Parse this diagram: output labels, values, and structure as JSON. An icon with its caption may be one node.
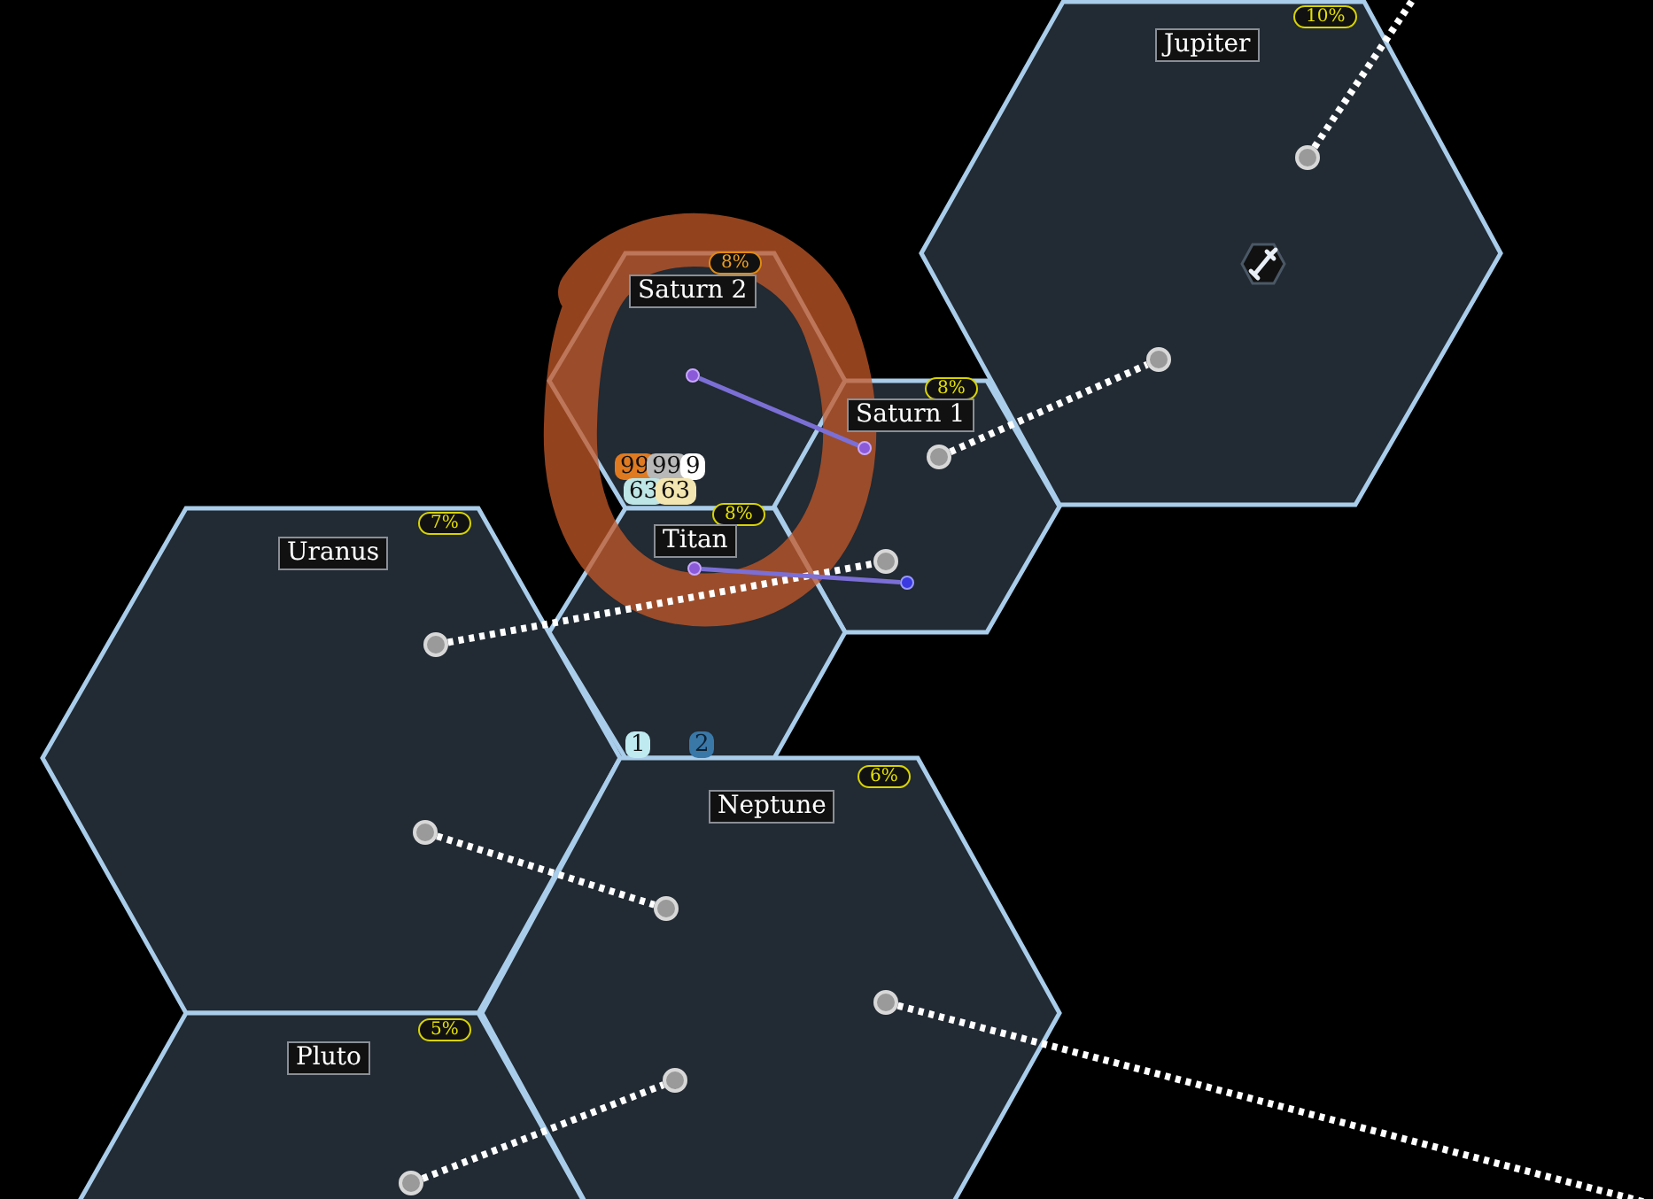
{
  "diagram": {
    "nodes": [
      {
        "text": [
          "10%",
          "Jupiter"
        ]
      },
      {
        "text": [],
        "shape": "circle",
        "in": 0
      },
      {
        "text": [],
        "shape": "circle",
        "in": 0
      },
      {
        "text": [
          "8%",
          "Saturn 2"
        ]
      },
      {
        "text": [],
        "shape": "circle",
        "in": 3
      },
      {
        "text": [
          "8%",
          "Saturn 1"
        ]
      },
      {
        "text": [],
        "shape": "circle",
        "in": 5
      },
      {
        "text": [],
        "shape": "circle",
        "in": 5
      },
      {
        "text": [],
        "shape": "circle",
        "in": 5
      },
      {
        "text": [],
        "shape": "circle",
        "in": 5
      },
      {
        "text": [
          "8%",
          "Titan"
        ]
      },
      {
        "text": [],
        "shape": "circle",
        "in": 10
      },
      {
        "text": [
          "7%",
          "Uranus"
        ]
      },
      {
        "text": [],
        "shape": "circle",
        "in": 12
      },
      {
        "text": [],
        "shape": "circle",
        "in": 12
      },
      {
        "text": [
          "6%",
          "Neptune"
        ]
      },
      {
        "text": [],
        "shape": "circle",
        "in": 15
      },
      {
        "text": [],
        "shape": "circle",
        "in": 15
      },
      {
        "text": [],
        "shape": "circle",
        "in": 15
      },
      {
        "text": [
          "5%",
          "Pluto"
        ]
      },
      {
        "text": [],
        "shape": "circle",
        "in": 19
      }
    ],
    "edges": [
      {
        "from": 1,
        "to": null,
        "arrow": "none",
        "style": "dashed"
      },
      {
        "from": 7,
        "to": 2,
        "arrow": "none",
        "style": "dashed"
      },
      {
        "from": 13,
        "to": 8,
        "arrow": "none",
        "style": "dashed"
      },
      {
        "from": 14,
        "to": 16,
        "arrow": "none",
        "style": "dashed"
      },
      {
        "from": 17,
        "to": null,
        "arrow": "none",
        "style": "dashed"
      },
      {
        "from": 20,
        "to": 18,
        "arrow": "none",
        "style": "dashed"
      },
      {
        "from": 4,
        "to": 6,
        "arrow": "none",
        "color": "#7b6fd6"
      },
      {
        "from": 11,
        "to": 9,
        "arrow": "none",
        "color": "#7b6fd6"
      }
    ],
    "labels": [
      "99",
      "99",
      "9",
      "63",
      "63",
      "1",
      "2"
    ]
  }
}
